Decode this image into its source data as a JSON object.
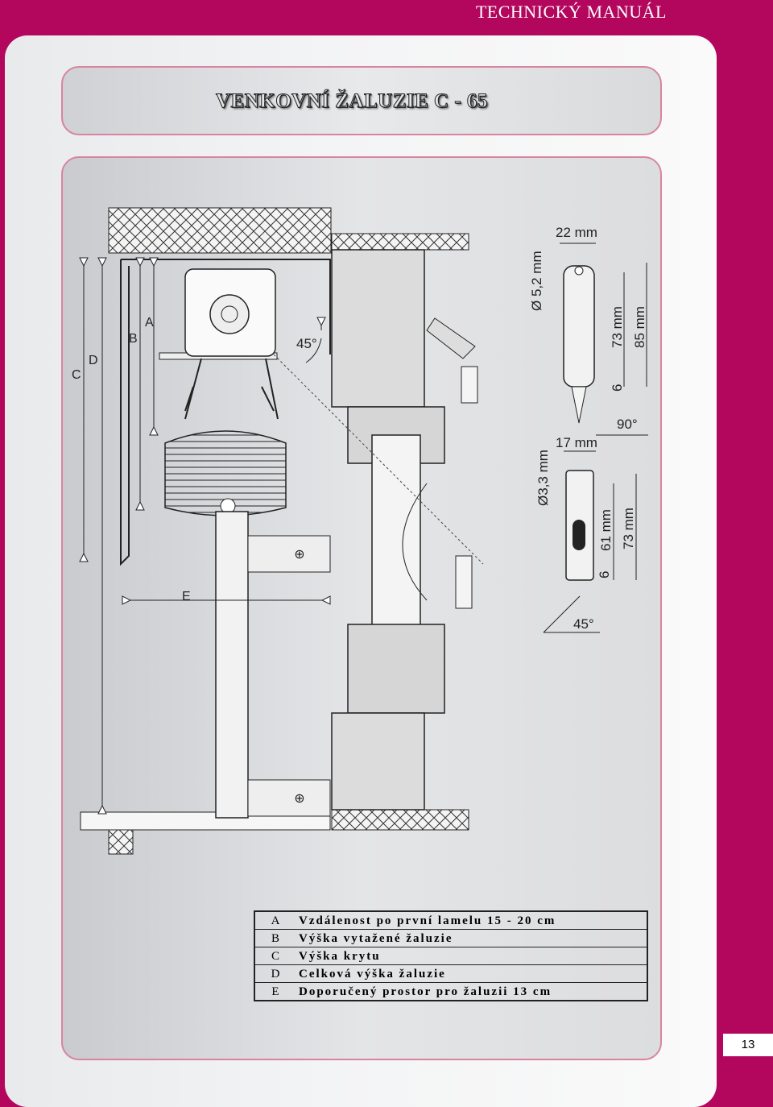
{
  "header": {
    "manual_title": "TECHNICKÝ MANUÁL"
  },
  "title": "VENKOVNÍ ŽALUZIE C - 65",
  "drawing": {
    "letters": {
      "a": "A",
      "b": "B",
      "c": "C",
      "d": "D",
      "e": "E"
    },
    "angle_45_left": "45°",
    "clip1": {
      "diameter": "Ø 5,2 mm",
      "width": "22 mm",
      "h1": "73 mm",
      "h2": "85 mm",
      "small": "6",
      "angle": "90°"
    },
    "clip2": {
      "diameter": "Ø3,3 mm",
      "width": "17 mm",
      "h1": "61 mm",
      "h2": "73 mm",
      "small": "6",
      "angle": "45°"
    }
  },
  "legend": [
    {
      "key": "A",
      "text": "Vzdálenost po první lamelu 15 - 20 cm"
    },
    {
      "key": "B",
      "text": "Výška vytažené žaluzie"
    },
    {
      "key": "C",
      "text": "Výška krytu"
    },
    {
      "key": "D",
      "text": "Celková výška žaluzie"
    },
    {
      "key": "E",
      "text": "Doporučený prostor pro žaluzii 13 cm"
    }
  ],
  "page_number": "13"
}
